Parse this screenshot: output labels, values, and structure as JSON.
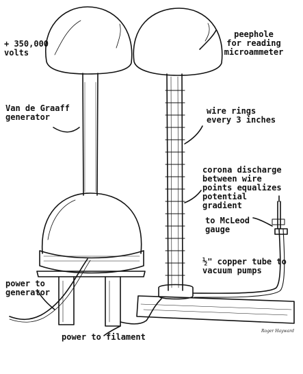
{
  "labels": {
    "voltage": "+ 350,000\nvolts",
    "peephole": "peephole\nfor reading\nmicroammeter",
    "generator": "Van de Graaff\ngenerator",
    "wire_rings": "wire rings\nevery 3 inches",
    "corona": "corona discharge\nbetween wire\npoints equalizes\npotential\ngradient",
    "mcleod": "to McLeod\ngauge",
    "copper_tube": "½\" copper tube to\nvacuum pumps",
    "power_generator": "power to\ngenerator",
    "power_filament": "power to filament"
  },
  "signature": "Roger Hayward",
  "colors": {
    "ink": "#111111",
    "paper": "#ffffff"
  }
}
